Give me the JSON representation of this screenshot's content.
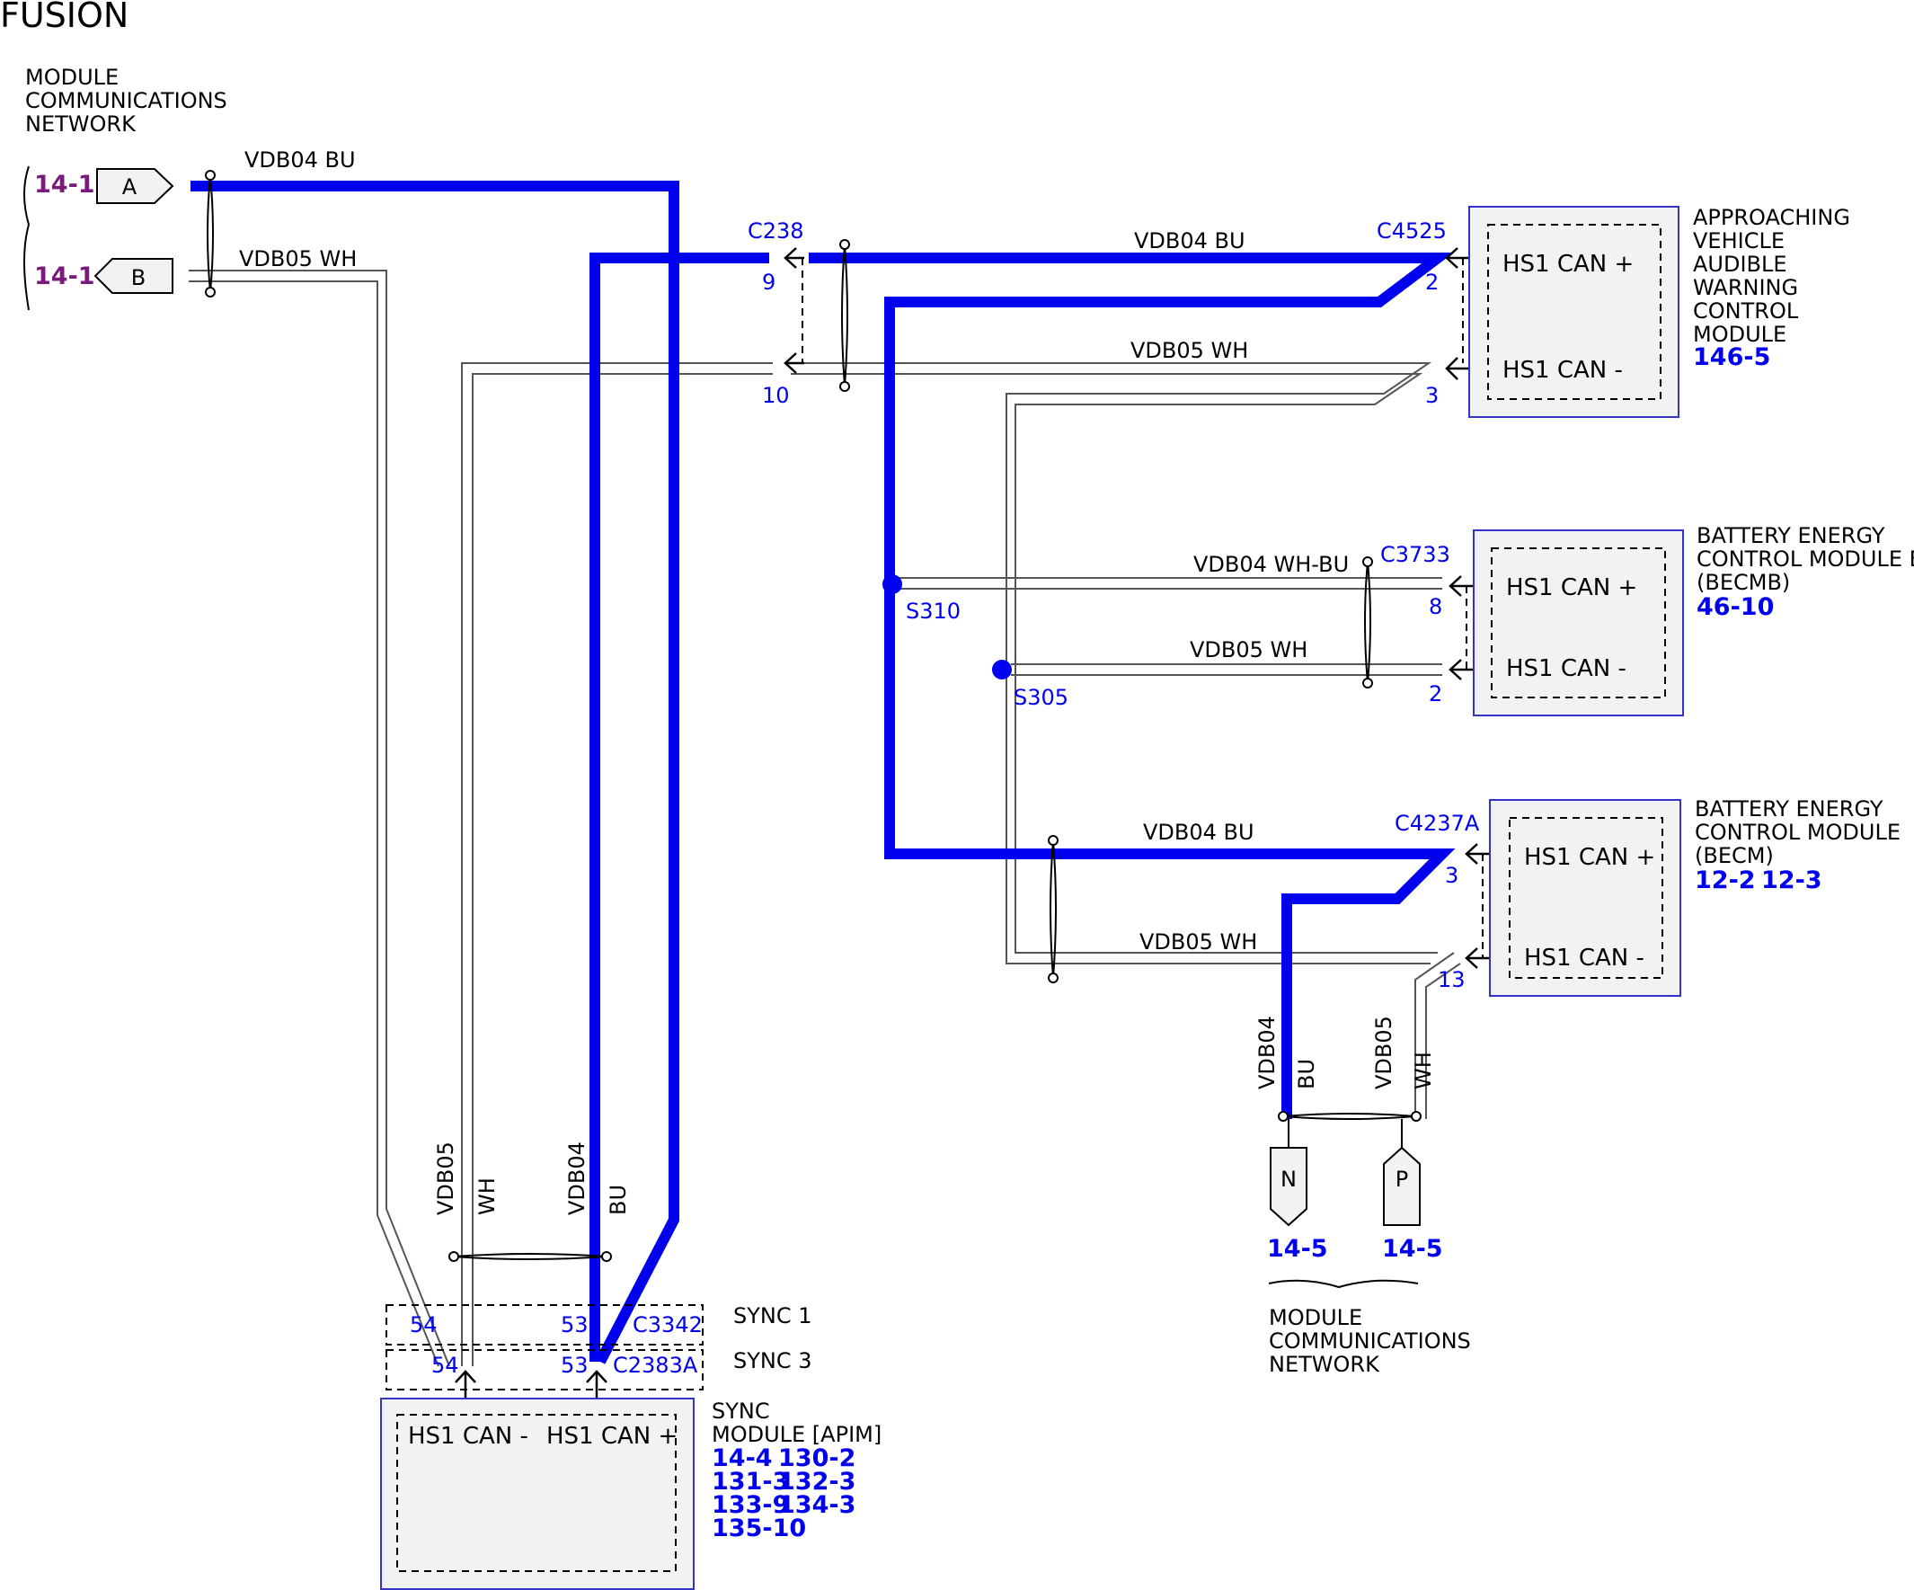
{
  "title": "FUSION",
  "colors": {
    "bu_wire": "#0000ee",
    "text_blue": "#0000ee",
    "ref_purple": "#7a1a7a",
    "module_fill": "#f2f2f2"
  },
  "mcn_top": {
    "line1": "MODULE",
    "line2": "COMMUNICATIONS",
    "line3": "NETWORK",
    "ref_a": "14-1",
    "ref_b": "14-1",
    "conn_a": "A",
    "conn_b": "B"
  },
  "mcn_bottom": {
    "line1": "MODULE",
    "line2": "COMMUNICATIONS",
    "line3": "NETWORK",
    "ref_n": "14-5",
    "ref_p": "14-5",
    "conn_n": "N",
    "conn_p": "P"
  },
  "wires": {
    "top_bu": "VDB04  BU",
    "top_wh": "VDB05  WH",
    "avawcm_bu": "VDB04  BU",
    "avawcm_wh": "VDB05  WH",
    "becmb_bu": "VDB04  WH-BU",
    "becmb_wh": "VDB05  WH",
    "becm_bu": "VDB04  BU",
    "becm_wh": "VDB05  WH",
    "vert_bu_a": "VDB04",
    "vert_bu_b": "BU",
    "vert_wh_a": "VDB05",
    "vert_wh_b": "WH",
    "sync_wh_a": "VDB05",
    "sync_wh_b": "WH",
    "sync_bu_a": "VDB04",
    "sync_bu_b": "BU"
  },
  "connectors": {
    "c238": "C238",
    "c238_p9": "9",
    "c238_p10": "10",
    "c4525": "C4525",
    "c4525_p2": "2",
    "c4525_p3": "3",
    "c3733": "C3733",
    "c3733_p8": "8",
    "c3733_p2": "2",
    "c4237a": "C4237A",
    "c4237a_p3": "3",
    "c4237a_p13": "13",
    "c3342": "C3342",
    "c3342_p54": "54",
    "c3342_p53": "53",
    "c2383a": "C2383A",
    "c2383a_p54": "54",
    "c2383a_p53": "53"
  },
  "splices": {
    "s310": "S310",
    "s305": "S305"
  },
  "sync_labels": {
    "sync1": "SYNC 1",
    "sync3": "SYNC 3"
  },
  "modules": {
    "avawcm": {
      "name1": "APPROACHING",
      "name2": "VEHICLE",
      "name3": "AUDIBLE",
      "name4": "WARNING",
      "name5": "CONTROL",
      "name6": "MODULE",
      "ref1": "146-5",
      "pin_plus": "HS1 CAN +",
      "pin_minus": "HS1 CAN -"
    },
    "becmb": {
      "name1": "BATTERY ENERGY",
      "name2": "CONTROL MODULE B",
      "name3": "(BECMB)",
      "ref1": "46-10",
      "pin_plus": "HS1 CAN +",
      "pin_minus": "HS1 CAN -"
    },
    "becm": {
      "name1": "BATTERY ENERGY",
      "name2": "CONTROL MODULE",
      "name3": "(BECM)",
      "ref1": "12-2",
      "ref2": "12-3",
      "pin_plus": "HS1 CAN +",
      "pin_minus": "HS1 CAN -"
    },
    "apim": {
      "name1": "SYNC",
      "name2": "MODULE [APIM]",
      "refs_row1a": "14-4",
      "refs_row1b": "130-2",
      "refs_row2a": "131-3",
      "refs_row2b": "132-3",
      "refs_row3a": "133-9",
      "refs_row3b": "134-3",
      "refs_row4a": "135-10",
      "pin_minus": "HS1 CAN -",
      "pin_plus": "HS1 CAN +"
    }
  }
}
